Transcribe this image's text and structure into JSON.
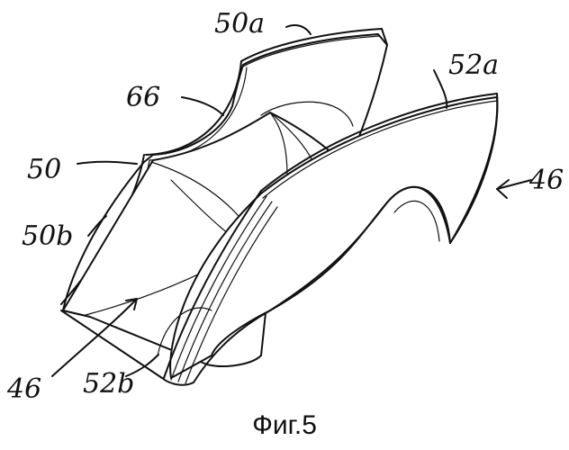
{
  "caption": "Фиг.5",
  "labels": {
    "l50a": "50a",
    "l52a": "52a",
    "l66": "66",
    "l50": "50",
    "l46_right": "46",
    "l50b": "50b",
    "l46_bottom": "46",
    "l52b": "52b"
  }
}
